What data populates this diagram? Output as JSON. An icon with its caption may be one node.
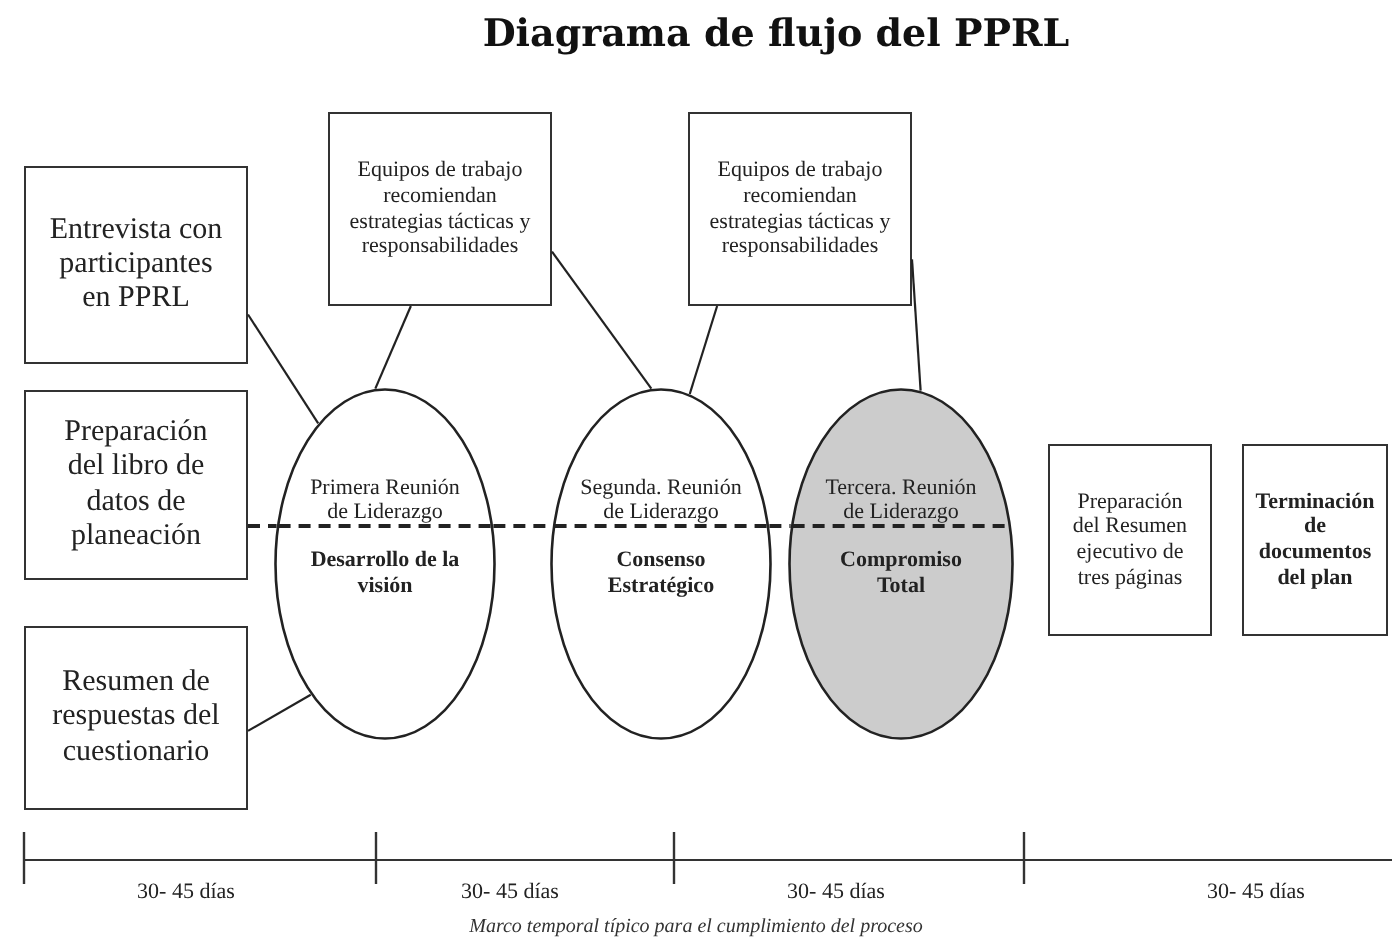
{
  "diagram": {
    "title": "Diagrama de flujo del PPRL",
    "caption": "Marco temporal típico para el cumplimiento del proceso",
    "nodes": [
      {
        "text": [
          "Entrevista con participantes en PPRL"
        ]
      },
      {
        "text": [
          "Preparación del libro de datos de planeación"
        ]
      },
      {
        "text": [
          "Resumen de respuestas del cuestionario"
        ]
      },
      {
        "text": [
          "Equipos de trabajo recomiendan estrategias tácticas y responsabilidades"
        ]
      },
      {
        "text": [
          "Equipos de trabajo recomiendan estrategias tácticas y responsabilidades"
        ]
      },
      {
        "text": [
          "Primera Reunión de Liderazgo",
          "Desarrollo de la visión"
        ]
      },
      {
        "text": [
          "Segunda. Reunión de Liderazgo",
          "Consenso Estratégico"
        ]
      },
      {
        "text": [
          "Tercera. Reunión de Liderazgo",
          "Compromiso Total"
        ]
      },
      {
        "text": [
          "Preparación del Resumen ejecutivo de tres páginas"
        ]
      },
      {
        "text": [
          "Terminación de documentos del plan"
        ]
      }
    ],
    "edges": [
      {
        "from": 0,
        "to": 5,
        "arrow": "none"
      },
      {
        "from": 2,
        "to": 5,
        "arrow": "none"
      },
      {
        "from": 3,
        "to": 5,
        "arrow": "none"
      },
      {
        "from": 3,
        "to": 6,
        "arrow": "none"
      },
      {
        "from": 4,
        "to": 6,
        "arrow": "none"
      },
      {
        "from": 4,
        "to": 7,
        "arrow": "none"
      },
      {
        "from": 1,
        "to": 5,
        "arrow": "none",
        "style": "dashed"
      },
      {
        "from": 5,
        "to": 6,
        "arrow": "none",
        "style": "dashed"
      },
      {
        "from": 6,
        "to": 7,
        "arrow": "none",
        "style": "dashed"
      }
    ],
    "labels": [
      "30- 45 días",
      "30- 45 días",
      "30- 45 días",
      "30- 45 días"
    ]
  }
}
